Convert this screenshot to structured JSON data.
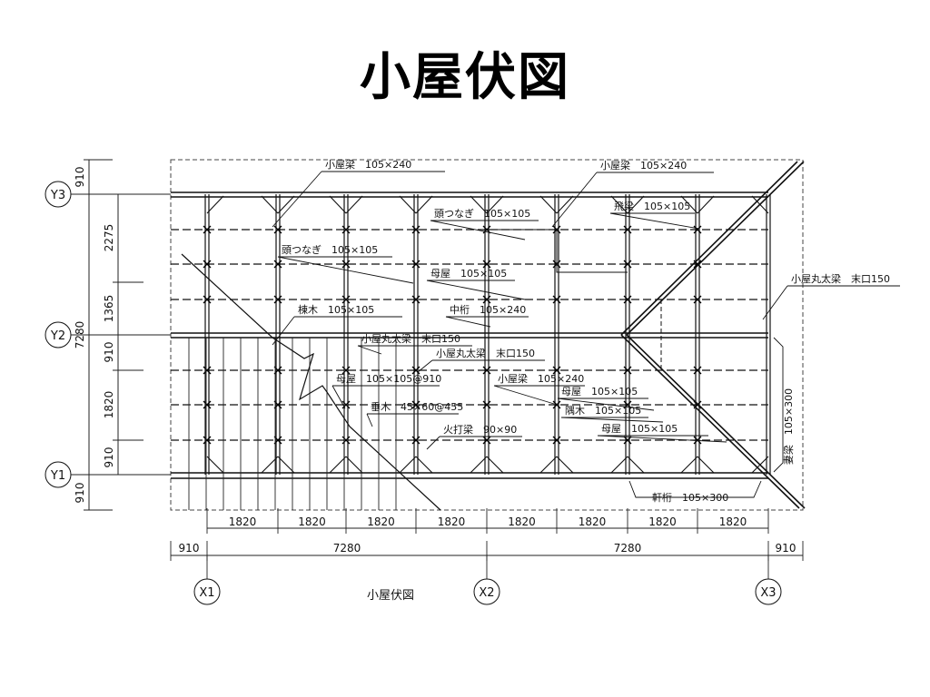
{
  "slide": {
    "title": "小屋伏図"
  },
  "drawing": {
    "caption": "小屋伏図",
    "grid_x": [
      "X1",
      "X2",
      "X3"
    ],
    "grid_y": [
      "Y3",
      "Y2",
      "Y1"
    ],
    "dims_bottom_row1": [
      "1820",
      "1820",
      "1820",
      "1820",
      "1820",
      "1820",
      "1820",
      "1820"
    ],
    "dims_bottom_row2": [
      "910",
      "7280",
      "7280",
      "910"
    ],
    "dims_left_outer": [
      "910",
      "7280",
      "910"
    ],
    "dims_left_inner": [
      "2275",
      "1365",
      "910",
      "1820",
      "910"
    ],
    "labels": [
      "小屋梁　105×240",
      "小屋梁　105×240",
      "頭つなぎ　105×105",
      "飛梁　105×105",
      "頭つなぎ　105×105",
      "母屋　105×105",
      "小屋丸太梁　末口150",
      "棟木　105×105",
      "中桁　105×240",
      "小屋丸太梁　末口150",
      "小屋丸太梁　末口150",
      "母屋　105×105@910",
      "小屋梁　105×240",
      "母屋　105×105",
      "垂木　45×60@455",
      "隅木　105×105",
      "火打梁　90×90",
      "母屋　105×105",
      "妻梁　105×300",
      "軒桁　105×300"
    ]
  }
}
